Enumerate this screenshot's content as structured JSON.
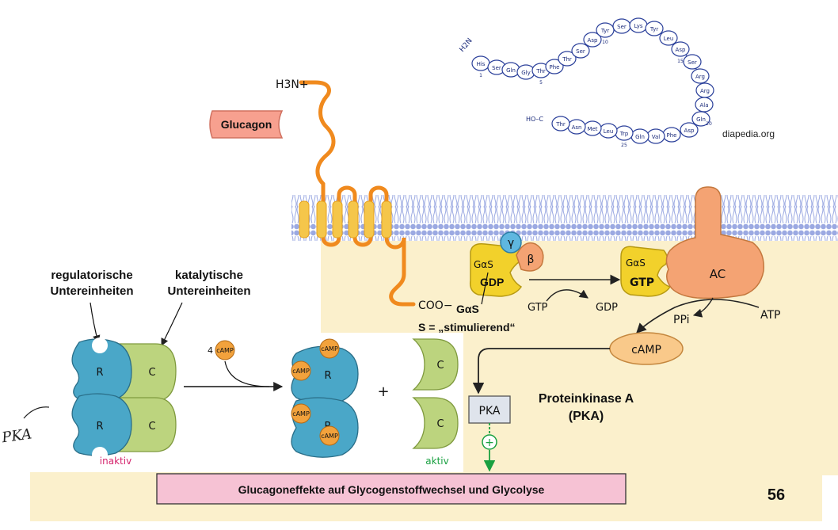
{
  "glucagon_label": "Glucagon",
  "n_terminus": "H3N+",
  "c_terminus": "COO−",
  "source": "diapedia.org",
  "peptide": {
    "nh2": "H2N",
    "cooh": "HO–C",
    "residues": [
      "His",
      "Ser",
      "Gln",
      "Gly",
      "Thr",
      "Phe",
      "Thr",
      "Ser",
      "Asp",
      "Tyr",
      "Ser",
      "Lys",
      "Tyr",
      "Leu",
      "Asp",
      "Ser",
      "Arg",
      "Arg",
      "Ala",
      "Gln",
      "Asp",
      "Phe",
      "Val",
      "Gln",
      "Trp",
      "Leu",
      "Met",
      "Asn",
      "Thr"
    ],
    "position_numbers": [
      "1",
      "5",
      "10",
      "15",
      "20",
      "25"
    ]
  },
  "g_protein": {
    "gamma": "γ",
    "beta": "β",
    "galpha": "GαS",
    "gdp": "GDP",
    "gtp": "GTP",
    "name": "GαS",
    "stimulating": "S = „stimulierend“"
  },
  "exchange": {
    "gtp": "GTP",
    "gdp": "GDP"
  },
  "adenylyl_cyclase": {
    "ac": "AC",
    "atp": "ATP",
    "ppi": "PPi"
  },
  "camp_label": "cAMP",
  "pka": {
    "box": "PKA",
    "name_line1": "Proteinkinase A",
    "name_line2": "(PKA)",
    "plus": "+"
  },
  "pka_subunits": {
    "regulatory_line1": "regulatorische",
    "regulatory_line2": "Untereinheiten",
    "catalytic_line1": "katalytische",
    "catalytic_line2": "Untereinheiten",
    "r": "R",
    "c": "C",
    "camp_input": "4",
    "camp_badge": "cAMP",
    "plus": "+",
    "inactive": "inaktiv",
    "active": "aktiv",
    "handwritten_note": "PKA"
  },
  "bottom_effect": "Glucagoneffekte auf Glycogenstoffwechsel und Glycolyse",
  "page_number": "56",
  "colors": {
    "cream": "#fbf0cc",
    "chain": "#f08a1e",
    "membrane": "#a9b5e6",
    "glucagon": "#f7a08f",
    "r_subunit": "#4aa7c8",
    "c_subunit": "#bcd47e",
    "ac": "#f4a373",
    "camp": "#f9c98a",
    "galpha": "#f2d12b",
    "effect_box": "#f6c2d4"
  }
}
